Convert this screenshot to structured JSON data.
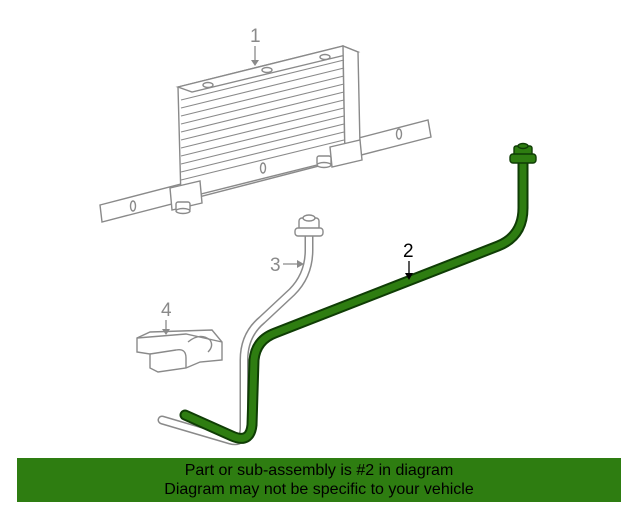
{
  "callouts": {
    "part1": "1",
    "part2": "2",
    "part3": "3",
    "part4": "4"
  },
  "colors": {
    "highlight": "#2e7d11",
    "highlight_dark": "#0f3d05",
    "line_gray": "#8a8a8a",
    "banner_bg": "#2e7d11"
  },
  "banner": {
    "line1": "Part or sub-assembly is #2 in diagram",
    "line2": "Diagram may not be specific to your vehicle"
  }
}
